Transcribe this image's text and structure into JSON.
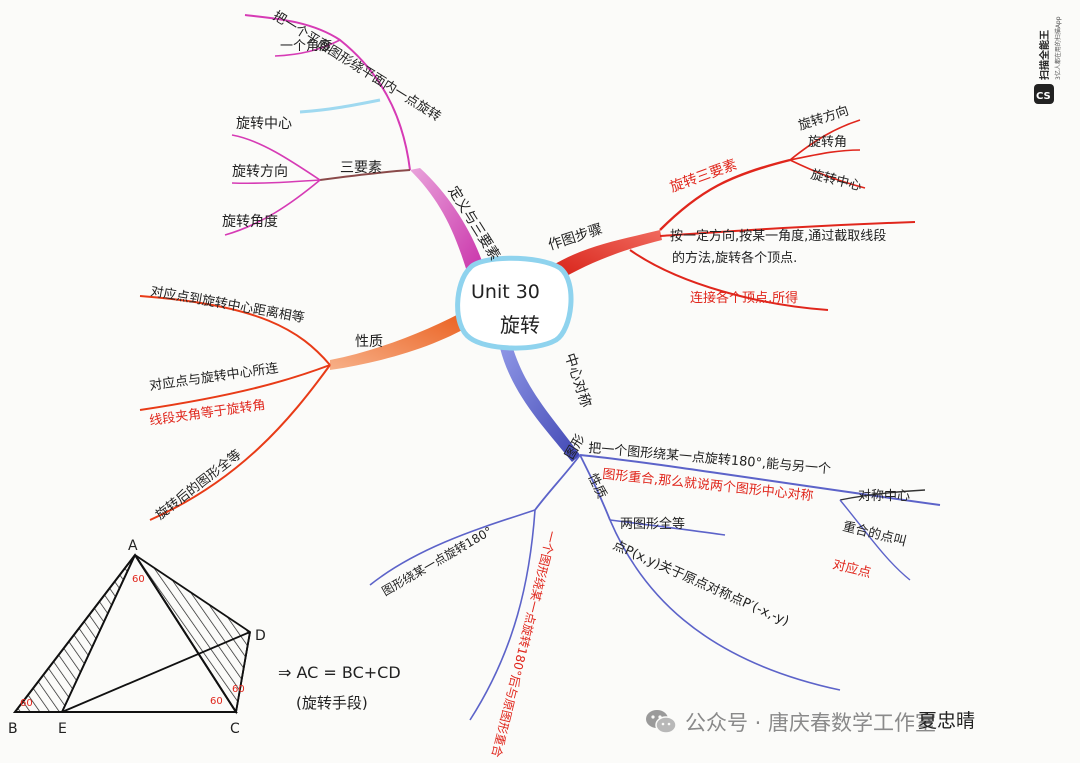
{
  "center": {
    "line1": "Unit 30",
    "line2": "旋转"
  },
  "branches": {
    "definition": {
      "label": "定义与三要素",
      "def_text_1": "把一个平面图形绕平面内一点旋转",
      "def_text_2": "一个角度",
      "three_elements": "三要素",
      "items": [
        "旋转中心",
        "旋转方向",
        "旋转角度"
      ]
    },
    "drawing": {
      "label": "作图步骤",
      "three_elements": "旋转三要素",
      "items": [
        "旋转方向",
        "旋转角",
        "旋转中心"
      ],
      "step2_line1": "按一定方向,按某一角度,通过截取线段",
      "step2_line2": "的方法,旋转各个顶点.",
      "step3": "连接各个顶点,所得"
    },
    "properties": {
      "label": "性质",
      "p1": "对应点到旋转中心距离相等",
      "p2_line1": "对应点与旋转中心所连",
      "p2_line2": "线段夹角等于旋转角",
      "p3": "旋转后的图形全等"
    },
    "central_symmetry": {
      "label": "中心对称",
      "def_line1": "把一个图形绕某一点旋转180°,能与另一个",
      "def_line2": "图形重合,那么就说两个图形中心对称",
      "terms": [
        "对称中心",
        "重合的点叫",
        "对应点"
      ],
      "property_label": "性质",
      "congruent": "两图形全等",
      "coord": "点P(x,y)关于原点对称点P′(-x,-y)",
      "figure_label": "图形",
      "fig_a": "图形绕某一点旋转180°",
      "fig_b": "一个图形绕某一点旋转180°后与原图形重合"
    }
  },
  "triangle": {
    "vertices": [
      "A",
      "B",
      "E",
      "C",
      "D"
    ],
    "angles": [
      "60",
      "60",
      "60",
      "60"
    ],
    "equation": "⇒ AC = BC+CD",
    "note": "(旋转手段)"
  },
  "badge": {
    "logo": "CS",
    "name": "扫描全能王",
    "sub": "3亿人都在用的扫描App"
  },
  "watermark": {
    "text": "公众号 · 唐庆春数学工作室"
  },
  "signature": "夏忠晴",
  "colors": {
    "magenta": "#d63bb5",
    "red": "#e0261c",
    "orange": "#f07030",
    "blue": "#5c63c9",
    "center_ring": "#9fd9f0",
    "ink": "#2a2a2a"
  }
}
